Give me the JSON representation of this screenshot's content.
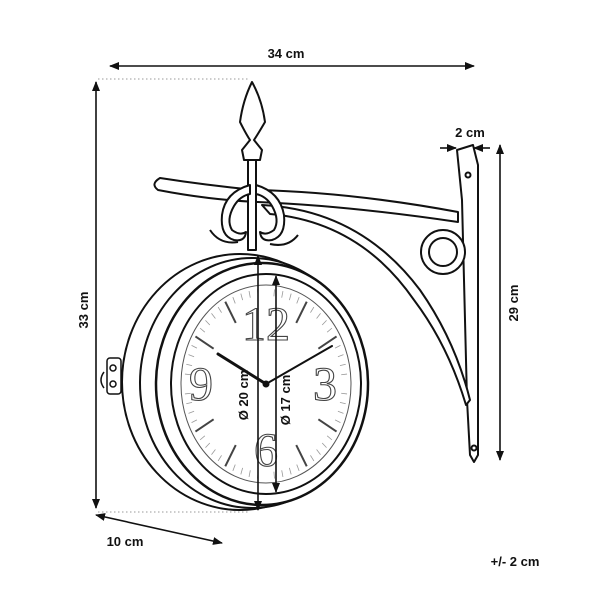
{
  "dimensions": {
    "width": "34 cm",
    "height": "33 cm",
    "depth": "10 cm",
    "bracket_width": "2 cm",
    "bracket_height": "29 cm",
    "outer_diameter": "Ø 20 cm",
    "inner_diameter": "Ø 17 cm",
    "tolerance": "+/- 2 cm"
  },
  "dial": {
    "numerals": [
      "12",
      "3",
      "6",
      "9"
    ]
  }
}
